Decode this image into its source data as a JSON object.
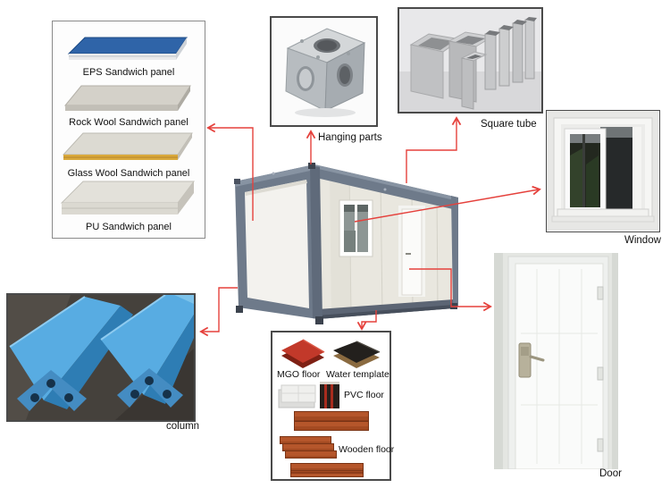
{
  "title": "Container house components diagram",
  "colors": {
    "arrow_red": "#e5413c",
    "frame_grey": "#6a7585",
    "panel_white": "#f0efe9",
    "eps_blue": "#2f64a8",
    "column_blue": "#54aadf",
    "box_border": "#4a4a4a"
  },
  "sandwich_panels": {
    "items": [
      {
        "label": "EPS Sandwich panel"
      },
      {
        "label": "Rock Wool Sandwich panel"
      },
      {
        "label": "Glass Wool Sandwich panel"
      },
      {
        "label": "PU Sandwich panel"
      }
    ]
  },
  "hanging_parts": {
    "label": "Hanging parts"
  },
  "square_tube": {
    "label": "Square tube"
  },
  "window": {
    "label": "Window"
  },
  "door": {
    "label": "Door"
  },
  "column": {
    "label": "column"
  },
  "floor": {
    "mgo_label": "MGO floor",
    "water_label": "Water template",
    "pvc_label": "PVC floor",
    "wooden_label": "Wooden floor"
  }
}
